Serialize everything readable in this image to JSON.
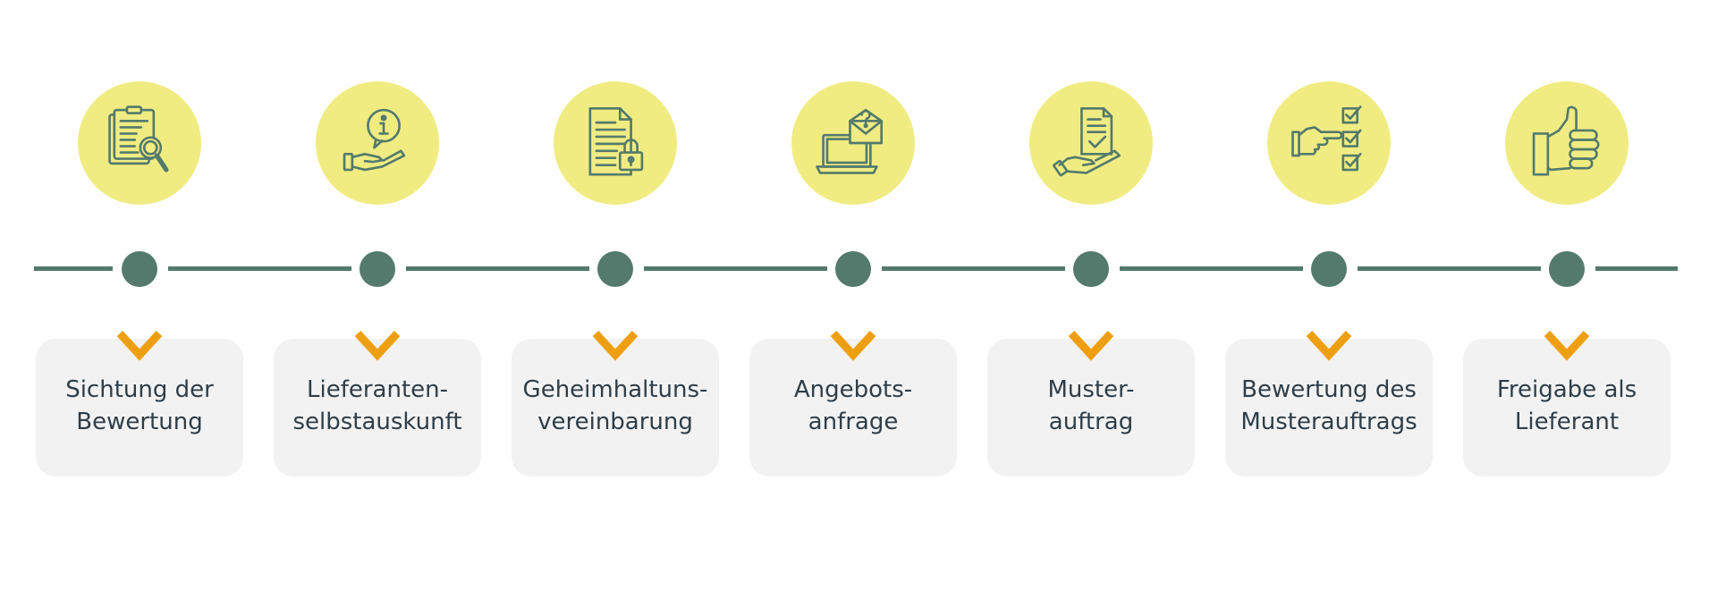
{
  "colors": {
    "line": "#537a6d",
    "icon_circle": "#f0ec82",
    "card": "#f2f2f2",
    "chevron": "#ee9f10",
    "text": "#2f3e48"
  },
  "steps": [
    {
      "icon": "document-search-icon",
      "label": "Sichtung der\nBewertung"
    },
    {
      "icon": "info-hand-icon",
      "label": "Lieferanten-\nselbstauskunft"
    },
    {
      "icon": "document-lock-icon",
      "label": "Geheimhaltuns-\nvereinbarung"
    },
    {
      "icon": "laptop-mail-question-icon",
      "label": "Angebots-\nanfrage"
    },
    {
      "icon": "document-hand-check-icon",
      "label": "Muster-\nauftrag"
    },
    {
      "icon": "pointing-checklist-icon",
      "label": "Bewertung des\nMusterauftrags"
    },
    {
      "icon": "thumbs-up-icon",
      "label": "Freigabe als\nLieferant"
    }
  ]
}
